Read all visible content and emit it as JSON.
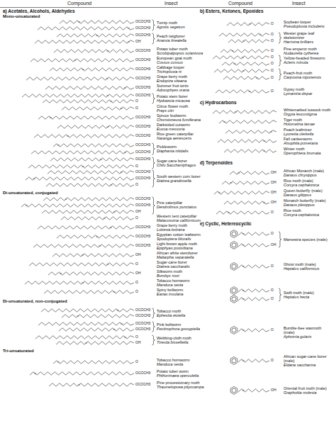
{
  "diagram": {
    "labels": [
      "Compound",
      "Insect",
      "Compound",
      "Insect",
      "a) Acetates, Alcohols, Aldehydes",
      "Mono-unsaturated",
      "OCOCH3",
      "OCOCH3",
      "Turnip moth",
      "Agrotis segetum",
      "OCOCH3",
      "OH",
      "Peach twigborer",
      "Anarsia lineatella",
      "OCOCH3",
      "Potato tuber moth",
      "Scrobipalpopsis solanivora",
      "OCOCH3",
      "European goat moth",
      "Cossus cossus",
      "OCOCH3",
      "Cabbage looper",
      "Trichoplusia ni",
      "OCOCH3",
      "Grape berry moth",
      "Endopiza viteana",
      "OCOCH3",
      "Summer fruit tortix",
      "Adoxophyes orana",
      "OCOCH3",
      "O",
      "Potato stem borer",
      "Hydraecia micacea",
      "O",
      "Citrus flower moth",
      "Prays citri",
      "OCOCH3",
      "Spruce budworm",
      "Choristoneura fumiferana",
      "OCOCH3",
      "Darksided cutworm",
      "Euxoa messoria",
      "OCOCH3",
      "Rice green caterpillar",
      "Naranga aenescens",
      "OCOCH3",
      "OCOCH3",
      "Pickleworm",
      "Diaphania nitidalis",
      "OCOCH3",
      "O",
      "Sugar-cane borer",
      "Chilo Saccharriphagus",
      "OCOCH3",
      "OCOCH3",
      "O",
      "South western corn borer",
      "Diatrea grandiosella",
      "Di-unsaturated, conjugated",
      "OCOCH3",
      "OCOCH3",
      "OH",
      "Pine caterpillar",
      "Dendrolimus punctatus",
      "O",
      "Western tent caterpillar",
      "Malacosoma californicum",
      "OCOCH3",
      "Grape berry moth",
      "Lobesia botrana",
      "OCOCH3",
      "Egyptian cotton leafworm",
      "Spodoptera littoralis",
      "OCOCH3",
      "Light brown apple moth",
      "Epiphyas postvittana",
      "OH",
      "African white stemborer",
      "Maliarpha separatella",
      "O",
      "Sugar-cane borer",
      "Diatrea saccharalis",
      "OH",
      "Silkworm moth",
      "Bombyx mori",
      "O",
      "Tobacco hornworm",
      "Manduca sexta",
      "O",
      "Spiny bollworm",
      "Earias insulana",
      "Di-unsaturated, non-conjugated",
      "OCOCH3",
      "OCOCH3",
      "Tobacco moth",
      "Ephestia elutella",
      "OCOCH3",
      "OCOCH3",
      "Pink bollworm",
      "Pectinophora gossypiella",
      "O",
      "OH",
      "Webbing-cloth moth",
      "Tineola bisselliella",
      "Tri-unsaturated",
      "O",
      "Tobacco hornworm",
      "Manduca sexta",
      "OCOCH3",
      "Potato tuber worm",
      "Phthorimaea operculella",
      "OCOCH3",
      "Pine processionary moth",
      "Thaumetopoea pityocampa",
      "b) Esters, Ketones, Epoxides",
      "O",
      "Soybean looper",
      "Pseudoplusia includens",
      "O",
      "O",
      "Wester grape leaf skeletonizer",
      "Harrisina brillians",
      "O",
      "Pine emperor moth",
      "Nudaurelia cytherea",
      "O",
      "O",
      "Yellow-headed fireworm",
      "Acleris minuta",
      "O",
      "O",
      "Peach-fruit moth",
      "Carposina niponensis",
      "O",
      "Gypsy moth",
      "Lymantria dispar",
      "c) Hydrocarbons",
      "Whitemarked tussock moth",
      "Orgyia leucostigma",
      "Tiger moth",
      "Holomelina lamae",
      "Peach leafminer",
      "Lyonetia clerkella",
      "Fall cankerworm",
      "Alsophila pometaria",
      "Winter moth",
      "Operophtera brumata",
      "d) Terpenoides",
      "OH",
      "African Monarch (male)",
      "Danaus chrysippus",
      "OH",
      "Rice moth (male)",
      "Corcyra cephalonica",
      "OH",
      "Queen butterfly (male)",
      "Danaus gilippus",
      "OH",
      "Monarch butterfly (male)",
      "Danaus plexippus",
      "O",
      "Rice moth",
      "Corcyra cephalonica",
      "e) Cyclic, Hetereocyclic",
      "O",
      "OH",
      "Mamestra species (male)",
      "O",
      "Ghost moth (male)",
      "Hepialus californicus",
      "O",
      "O",
      "Swift moth (male)",
      "Hepialus hecta",
      "O",
      "Bumble-bee waxmoth (male)",
      "Aphomia gularis",
      "O",
      "African sugar-cane borer (male)",
      "Eldana saccharina",
      "OH",
      "Oriental fruit moth (male)",
      "Graphotita molesta"
    ]
  }
}
